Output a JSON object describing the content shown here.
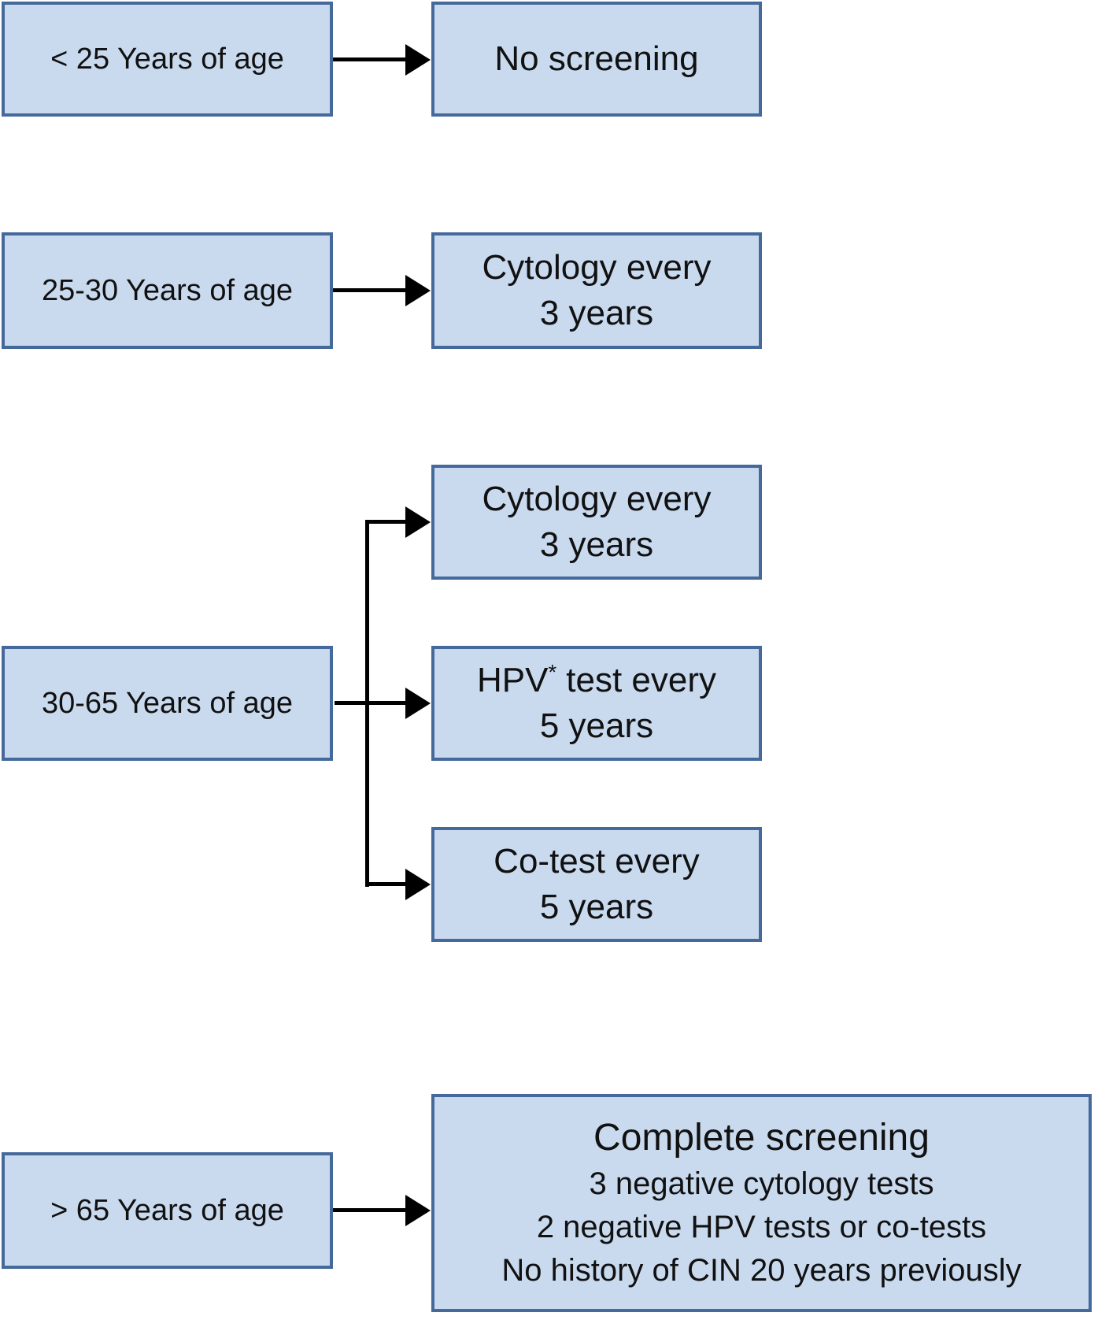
{
  "palette": {
    "box_fill": "#c9daef",
    "box_border": "#46699b",
    "arrow_color": "#000000",
    "text_color": "#111111",
    "background": "#ffffff"
  },
  "nodes": {
    "age_under_25": {
      "label": "< 25 Years of age"
    },
    "no_screening": {
      "label": "No screening"
    },
    "age_25_30": {
      "label": "25-30 Years of age"
    },
    "cytology_25_30": {
      "line1": "Cytology every",
      "line2": "3 years"
    },
    "age_30_65": {
      "label": "30-65 Years of age"
    },
    "cytology_30_65": {
      "line1": "Cytology every",
      "line2": "3 years"
    },
    "hpv_test": {
      "word": "HPV",
      "superscript": "*",
      "rest": " test every",
      "line2": "5 years"
    },
    "co_test": {
      "line1": "Co-test every",
      "line2": "5 years"
    },
    "age_over_65": {
      "label": "> 65 Years of age"
    },
    "complete_screening": {
      "title": "Complete screening",
      "criteria": [
        "3 negative cytology tests",
        "2 negative HPV tests or co-tests",
        "No history of CIN 20 years previously"
      ]
    }
  }
}
